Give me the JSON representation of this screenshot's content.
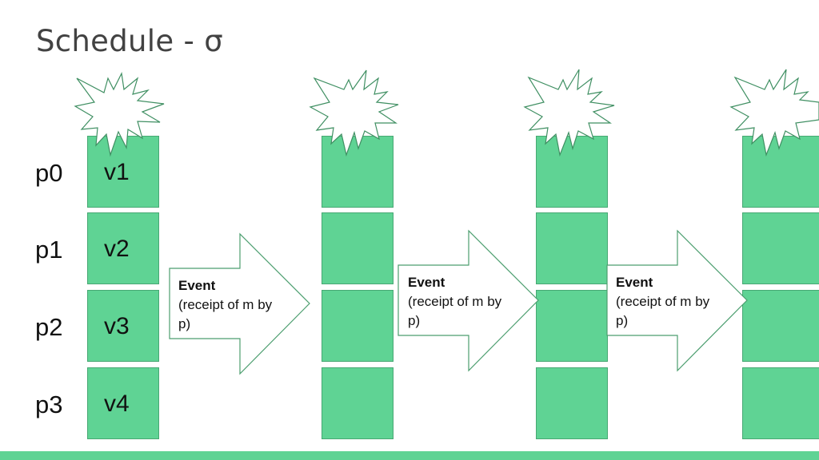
{
  "slide": {
    "title": "Schedule - σ"
  },
  "processes": [
    {
      "label": "p0",
      "value": "v1"
    },
    {
      "label": "p1",
      "value": "v2"
    },
    {
      "label": "p2",
      "value": "v3"
    },
    {
      "label": "p3",
      "value": "v4"
    }
  ],
  "columns": 4,
  "events": [
    {
      "title": "Event",
      "description": "(receipt of m by p)"
    },
    {
      "title": "Event",
      "description": "(receipt of m by p)"
    },
    {
      "title": "Event",
      "description": "(receipt of m by p)"
    }
  ],
  "colors": {
    "cell_fill": "#5fd394",
    "cell_border": "#47a873",
    "arrow_stroke": "#4c9e6f",
    "burst_stroke": "#3f8f62",
    "footer": "#5fd394"
  },
  "icons": {
    "burst": "explosion-burst-icon",
    "event_arrow": "block-arrow-right-icon"
  }
}
